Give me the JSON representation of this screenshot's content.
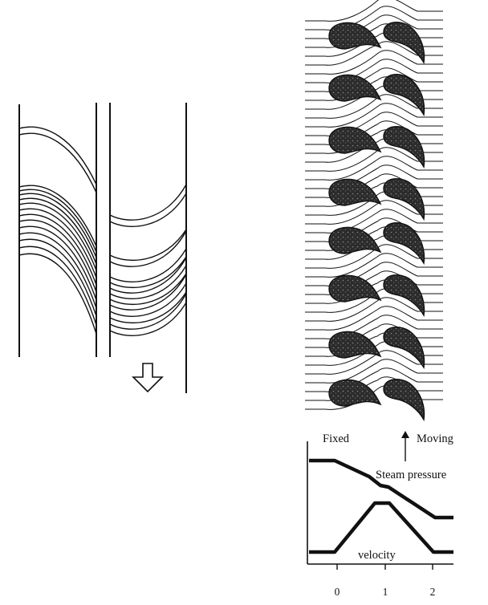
{
  "figure": {
    "stage_header": {
      "left": "Fixed",
      "right": "Moving"
    },
    "curves": {
      "pressure_label": "Steam pressure",
      "velocity_label": "velocity"
    },
    "x_ticks": [
      "0",
      "1",
      "2"
    ],
    "colors": {
      "ink": "#111111",
      "blade_fill": "#3a3a3a",
      "paper": "#ffffff"
    }
  }
}
